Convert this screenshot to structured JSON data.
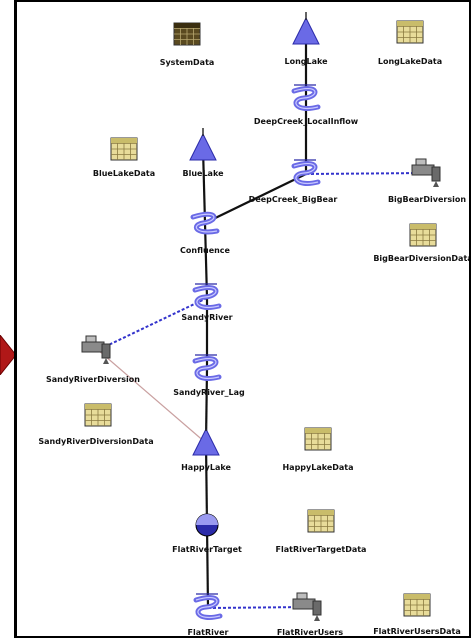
{
  "colors": {
    "node_blue": "#6a6ae6",
    "node_dark": "#2a2aa8",
    "link_black": "#111111",
    "link_dashed": "#3333cc",
    "link_pink": "#c9a0a0",
    "data_grid": "#e8dc9a",
    "data_grid_dark": "#5a4a20",
    "arrow_red": "#b01818"
  },
  "nodes": [
    {
      "id": "system-data",
      "type": "data-dark",
      "label": "SystemData"
    },
    {
      "id": "long-lake",
      "type": "reservoir",
      "label": "LongLake"
    },
    {
      "id": "long-lake-data",
      "type": "data",
      "label": "LongLakeData"
    },
    {
      "id": "deep-creek-local-inflow",
      "type": "reach",
      "label": "DeepCreek_LocalInflow"
    },
    {
      "id": "blue-lake-data",
      "type": "data",
      "label": "BlueLakeData"
    },
    {
      "id": "blue-lake",
      "type": "reservoir",
      "label": "BlueLake"
    },
    {
      "id": "deep-creek-big-bear",
      "type": "reach",
      "label": "DeepCreek_BigBear"
    },
    {
      "id": "big-bear-diversion",
      "type": "diversion",
      "label": "BigBearDiversion"
    },
    {
      "id": "big-bear-diversion-data",
      "type": "data",
      "label": "BigBearDiversionData"
    },
    {
      "id": "confluence",
      "type": "confluence",
      "label": "Confluence"
    },
    {
      "id": "sandy-river",
      "type": "reach",
      "label": "SandyRiver"
    },
    {
      "id": "sandy-river-diversion",
      "type": "diversion",
      "label": "SandyRiverDiversion"
    },
    {
      "id": "sandy-river-lag",
      "type": "reach",
      "label": "SandyRiver_Lag"
    },
    {
      "id": "sandy-river-diversion-data",
      "type": "data",
      "label": "SandyRiverDiversionData"
    },
    {
      "id": "happy-lake",
      "type": "reservoir",
      "label": "HappyLake"
    },
    {
      "id": "happy-lake-data",
      "type": "data",
      "label": "HappyLakeData"
    },
    {
      "id": "flat-river-target",
      "type": "target",
      "label": "FlatRiverTarget"
    },
    {
      "id": "flat-river-target-data",
      "type": "data",
      "label": "FlatRiverTargetData"
    },
    {
      "id": "flat-river",
      "type": "reach",
      "label": "FlatRiver"
    },
    {
      "id": "flat-river-users",
      "type": "diversion",
      "label": "FlatRiverUsers"
    },
    {
      "id": "flat-river-users-data",
      "type": "data",
      "label": "FlatRiverUsersData"
    }
  ],
  "links": [
    {
      "from": "long-lake",
      "to": "deep-creek-local-inflow",
      "style": "solid"
    },
    {
      "from": "deep-creek-local-inflow",
      "to": "deep-creek-big-bear",
      "style": "solid"
    },
    {
      "from": "deep-creek-big-bear",
      "to": "confluence",
      "style": "solid"
    },
    {
      "from": "blue-lake",
      "to": "confluence",
      "style": "solid"
    },
    {
      "from": "deep-creek-big-bear",
      "to": "big-bear-diversion",
      "style": "dashed"
    },
    {
      "from": "confluence",
      "to": "sandy-river",
      "style": "solid"
    },
    {
      "from": "sandy-river",
      "to": "sandy-river-diversion",
      "style": "dashed"
    },
    {
      "from": "sandy-river",
      "to": "sandy-river-lag",
      "style": "solid"
    },
    {
      "from": "sandy-river-lag",
      "to": "happy-lake",
      "style": "solid"
    },
    {
      "from": "sandy-river-diversion",
      "to": "happy-lake",
      "style": "pink"
    },
    {
      "from": "happy-lake",
      "to": "flat-river-target",
      "style": "solid"
    },
    {
      "from": "flat-river-target",
      "to": "flat-river",
      "style": "solid"
    },
    {
      "from": "flat-river",
      "to": "flat-river-users",
      "style": "dashed"
    }
  ]
}
